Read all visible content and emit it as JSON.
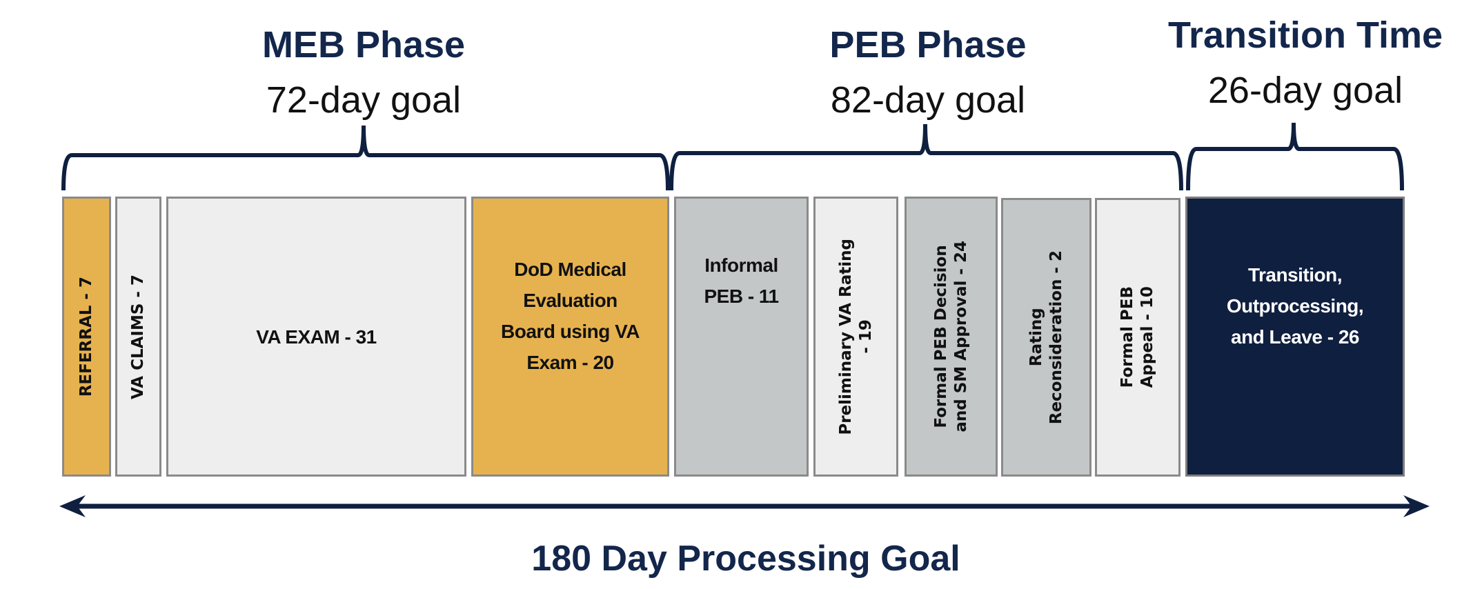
{
  "phases": [
    {
      "title": "MEB Phase",
      "goal": "72-day goal"
    },
    {
      "title": "PEB Phase",
      "goal": "82-day goal"
    },
    {
      "title": "Transition Time",
      "goal": "26-day goal"
    }
  ],
  "steps": [
    {
      "label": "REFERRAL - 7",
      "days": 7,
      "color": "#E6B24F"
    },
    {
      "label": "VA CLAIMS - 7",
      "days": 7,
      "color": "#EEEEEE"
    },
    {
      "label": "VA EXAM - 31",
      "days": 31,
      "color": "#EEEEEE"
    },
    {
      "label": "DoD Medical\nEvaluation\nBoard using VA\nExam - 20",
      "days": 20,
      "color": "#E6B24F"
    },
    {
      "label": "Informal\nPEB - 11",
      "days": 11,
      "color": "#C3C7C7"
    },
    {
      "label": "Preliminary VA Rating\n- 19",
      "days": 19,
      "color": "#EEEEEE"
    },
    {
      "label": "Formal PEB Decision\nand  SM Approval - 24",
      "days": 24,
      "color": "#C3C7C7"
    },
    {
      "label": "Rating\nReconsideration - 2",
      "days": 2,
      "color": "#C3C7C7"
    },
    {
      "label": "Formal PEB\nAppeal - 10",
      "days": 10,
      "color": "#EEEEEE"
    },
    {
      "label": "Transition,\nOutprocessing,\nand Leave - 26",
      "days": 26,
      "color": "#0F1F3F"
    }
  ],
  "footer": {
    "label": "180 Day Processing Goal"
  },
  "colors": {
    "navy": "#0F1F3F",
    "gold": "#E6B24F",
    "gray": "#C3C7C7",
    "light": "#EEEEEE"
  }
}
